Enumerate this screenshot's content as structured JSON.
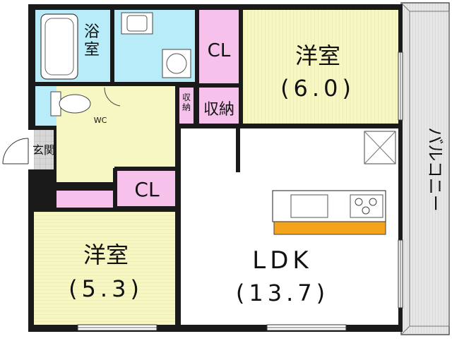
{
  "rooms": {
    "bath": {
      "label": "浴\n室"
    },
    "cl_top": {
      "label": "CL"
    },
    "bedroom_top": {
      "label": "洋室",
      "size": "(6.0)"
    },
    "wc": {
      "label": "WC"
    },
    "storage_small": {
      "label": "収\n納"
    },
    "storage": {
      "label": "収納"
    },
    "entrance": {
      "label": "玄関"
    },
    "cl_mid": {
      "label": "CL"
    },
    "bedroom_bottom": {
      "label": "洋室",
      "size": "(5.3)"
    },
    "ldk": {
      "label": "LDK",
      "size": "(13.7)"
    },
    "balcony": {
      "label": "バルコニー"
    }
  },
  "colors": {
    "wall": "#1a1a1a",
    "bedroom": "#f7f7c4",
    "wet_area": "#b8ecf8",
    "closet": "#f6c2ec",
    "ldk": "#ffffff",
    "entrance_tile": "#d4d4d4",
    "balcony": "#e4e4e4",
    "counter": "#f4a41c"
  }
}
